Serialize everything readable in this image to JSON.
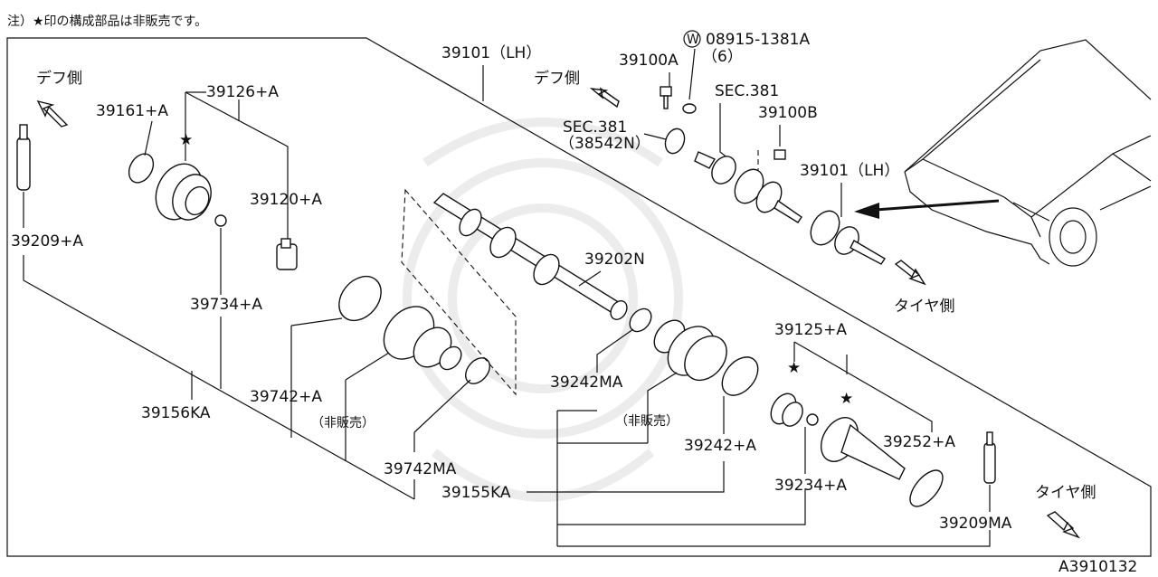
{
  "note": "注）★印の構成部品は非販売です。",
  "figure_id": "A3910132",
  "direction_labels": {
    "diff_left": "デフ側",
    "diff_mid": "デフ側",
    "tire_right": "タイヤ側",
    "tire_bottom": "タイヤ側"
  },
  "star": "★",
  "parts": {
    "p39161A": "39161+A",
    "p39126A": "39126+A",
    "p39120A": "39120+A",
    "p39209A": "39209+A",
    "p39734A": "39734+A",
    "p39742A": "39742+A",
    "p39156KA": "39156KA",
    "p39742MA": "39742MA",
    "p39101LH_top": "39101（LH）",
    "p39100A": "39100A",
    "p08915": "08915-1381A",
    "p08915_qty": "（6）",
    "washer_mark": "W",
    "sec381_a": "SEC.381",
    "sec381_b": "SEC.381",
    "sec381_b_ref": "（38542N）",
    "p39100B": "39100B",
    "p39101LH_right": "39101（LH）",
    "p39202N": "39202N",
    "p39242MA": "39242MA",
    "p39242A": "39242+A",
    "p39155KA": "39155KA",
    "p39125A": "39125+A",
    "p39252A": "39252+A",
    "p39234A": "39234+A",
    "p39209MA": "39209MA"
  },
  "not_sold_1": "（非販売）",
  "not_sold_2": "（非販売）"
}
